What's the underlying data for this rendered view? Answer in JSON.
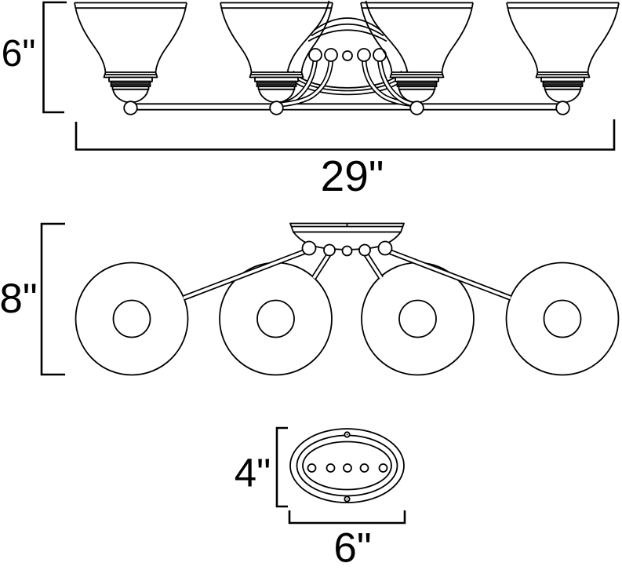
{
  "diagram": {
    "subject": "Four-light bath vanity fixture dimensional line drawing",
    "background_color": "#ffffff",
    "line_color": "#000000",
    "views": {
      "front": {
        "name": "front-elevation",
        "shade_count": 4,
        "height_label": "6\"",
        "height_inches": 6,
        "width_label": "29\"",
        "width_inches": 29
      },
      "plan": {
        "name": "top-plan",
        "shade_count": 4,
        "depth_label": "8\"",
        "depth_inches": 8
      },
      "canopy": {
        "name": "canopy-backplate",
        "hole_count": 5,
        "screw_count": 2,
        "height_label": "4\"",
        "height_inches": 4,
        "width_label": "6\"",
        "width_inches": 6
      }
    }
  }
}
